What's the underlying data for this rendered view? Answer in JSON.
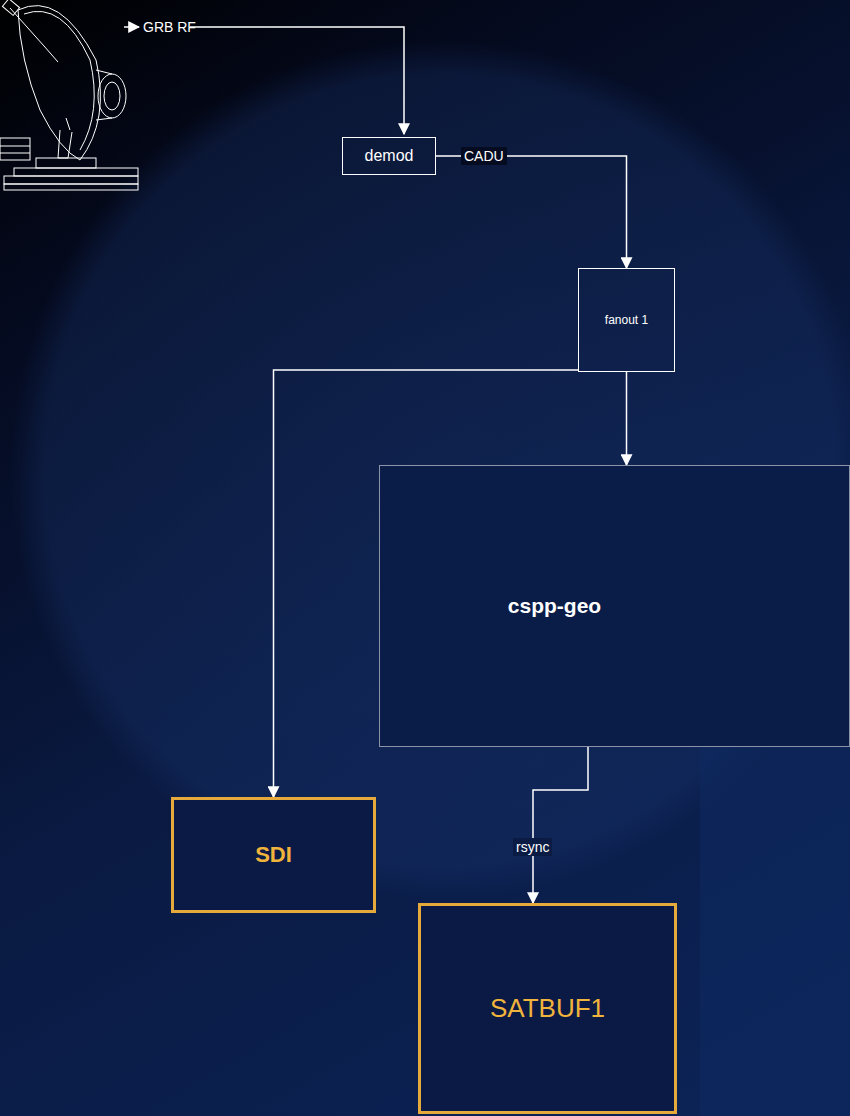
{
  "diagram": {
    "nodes": [
      {
        "text": [
          "demod"
        ]
      },
      {
        "text": [
          "fanout 1"
        ]
      },
      {
        "text": [
          "cspp-geo"
        ]
      },
      {
        "text": [
          "SDI"
        ]
      },
      {
        "text": [
          "SATBUF1"
        ]
      }
    ],
    "edges": [
      {
        "from": 0,
        "to": 1,
        "label": "CADU",
        "arrow": "to"
      },
      {
        "from": 1,
        "to": 3,
        "arrow": "to"
      },
      {
        "from": 1,
        "to": 2,
        "arrow": "to"
      },
      {
        "from": 2,
        "to": 4,
        "label": "rsync",
        "arrow": "to"
      }
    ],
    "labels": [
      "GRB RF"
    ]
  }
}
